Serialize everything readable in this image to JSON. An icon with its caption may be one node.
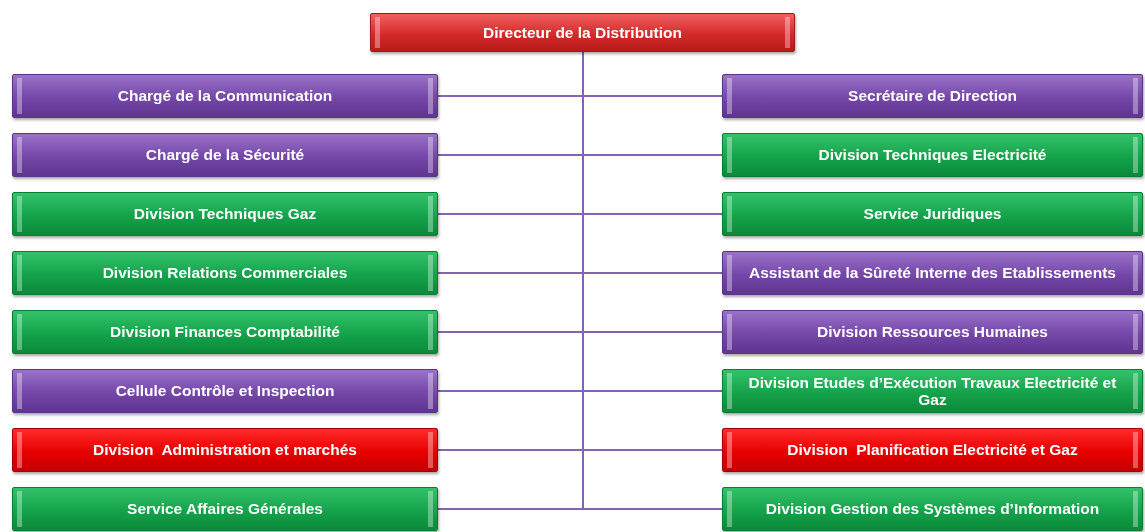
{
  "diagram": {
    "nodes": [
      {
        "text": [
          "Directeur de la Distribution"
        ]
      },
      {
        "text": [
          "Chargé de la Communication"
        ]
      },
      {
        "text": [
          "Secrétaire de Direction"
        ]
      },
      {
        "text": [
          "Chargé de la Sécurité"
        ]
      },
      {
        "text": [
          "Division Techniques Electricité"
        ]
      },
      {
        "text": [
          "Division Techniques Gaz"
        ]
      },
      {
        "text": [
          "Service Juridiques"
        ]
      },
      {
        "text": [
          "Division Relations Commerciales"
        ]
      },
      {
        "text": [
          "Assistant de la Sûreté Interne des Etablissements"
        ]
      },
      {
        "text": [
          "Division Finances Comptabilité"
        ]
      },
      {
        "text": [
          "Division Ressources Humaines"
        ]
      },
      {
        "text": [
          "Cellule Contrôle et Inspection"
        ]
      },
      {
        "text": [
          "Division Etudes d’Exécution Travaux Electricité et Gaz"
        ]
      },
      {
        "text": [
          "Division  Administration et marchés"
        ]
      },
      {
        "text": [
          "Division  Planification Electricité et Gaz"
        ]
      },
      {
        "text": [
          "Service Affaires Générales"
        ]
      },
      {
        "text": [
          "Division Gestion des Systèmes d’Information"
        ]
      }
    ],
    "edges": [
      {
        "from": 0,
        "to": 1,
        "arrow": "none"
      },
      {
        "from": 0,
        "to": 2,
        "arrow": "none"
      },
      {
        "from": 0,
        "to": 3,
        "arrow": "none"
      },
      {
        "from": 0,
        "to": 4,
        "arrow": "none"
      },
      {
        "from": 0,
        "to": 5,
        "arrow": "none"
      },
      {
        "from": 0,
        "to": 6,
        "arrow": "none"
      },
      {
        "from": 0,
        "to": 7,
        "arrow": "none"
      },
      {
        "from": 0,
        "to": 8,
        "arrow": "none"
      },
      {
        "from": 0,
        "to": 9,
        "arrow": "none"
      },
      {
        "from": 0,
        "to": 10,
        "arrow": "none"
      },
      {
        "from": 0,
        "to": 11,
        "arrow": "none"
      },
      {
        "from": 0,
        "to": 12,
        "arrow": "none"
      },
      {
        "from": 0,
        "to": 13,
        "arrow": "none"
      },
      {
        "from": 0,
        "to": 14,
        "arrow": "none"
      },
      {
        "from": 0,
        "to": 15,
        "arrow": "none"
      },
      {
        "from": 0,
        "to": 16,
        "arrow": "none"
      }
    ]
  }
}
